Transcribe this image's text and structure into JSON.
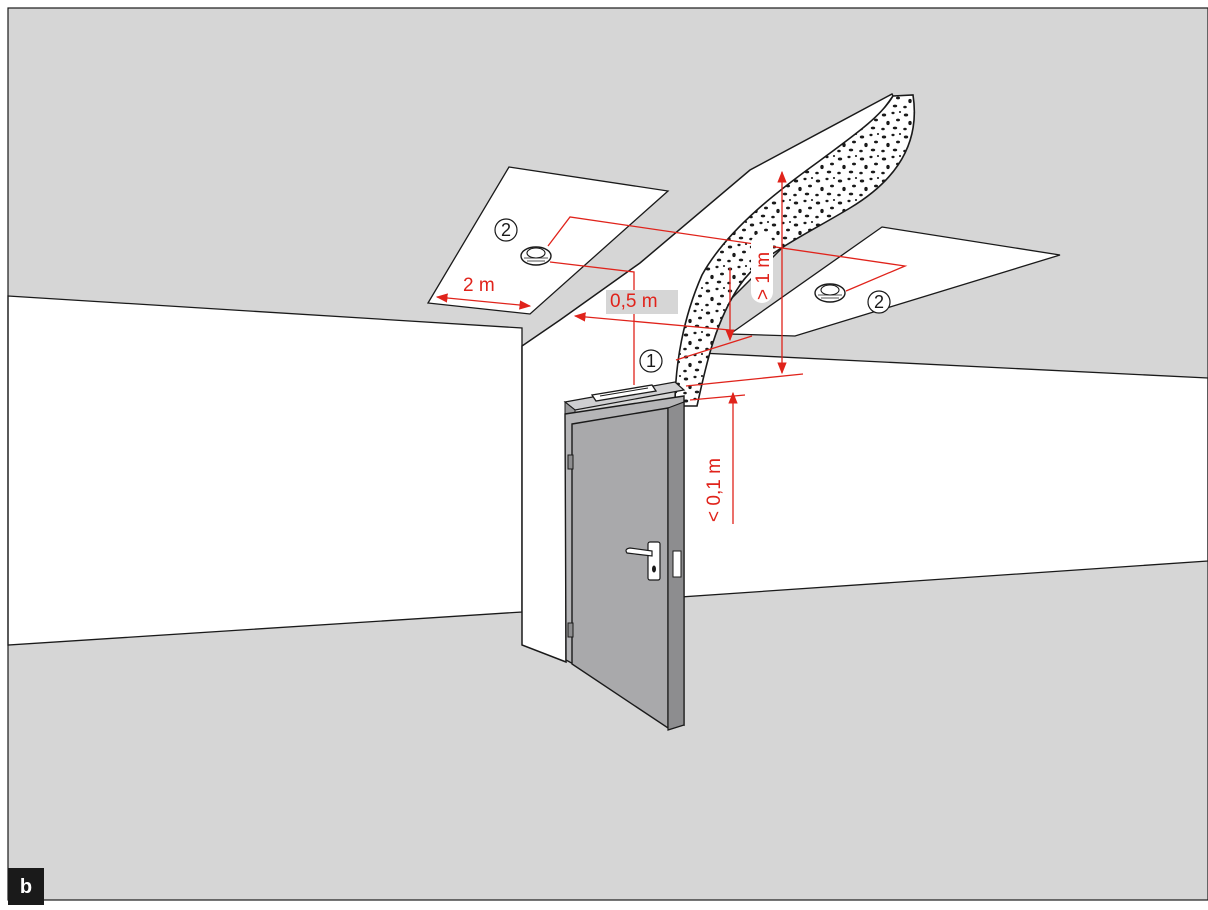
{
  "figure": {
    "panel_label": "b",
    "colors": {
      "ceiling": "#d6d6d6",
      "floor": "#d6d6d6",
      "wall": "#ffffff",
      "door": "#a9a9ab",
      "dimension": "#e0231b",
      "outline": "#1a1a1a"
    },
    "callouts": [
      {
        "id": "door-holder",
        "text": "1"
      },
      {
        "id": "smoke-detector-left",
        "text": "2"
      },
      {
        "id": "smoke-detector-right",
        "text": "2"
      }
    ],
    "dimensions": {
      "detector_spacing": "2 m",
      "detector_offset": "0,5 m",
      "beam_depth": "> 1 m",
      "lintel_clearance": "< 0,1 m"
    }
  }
}
